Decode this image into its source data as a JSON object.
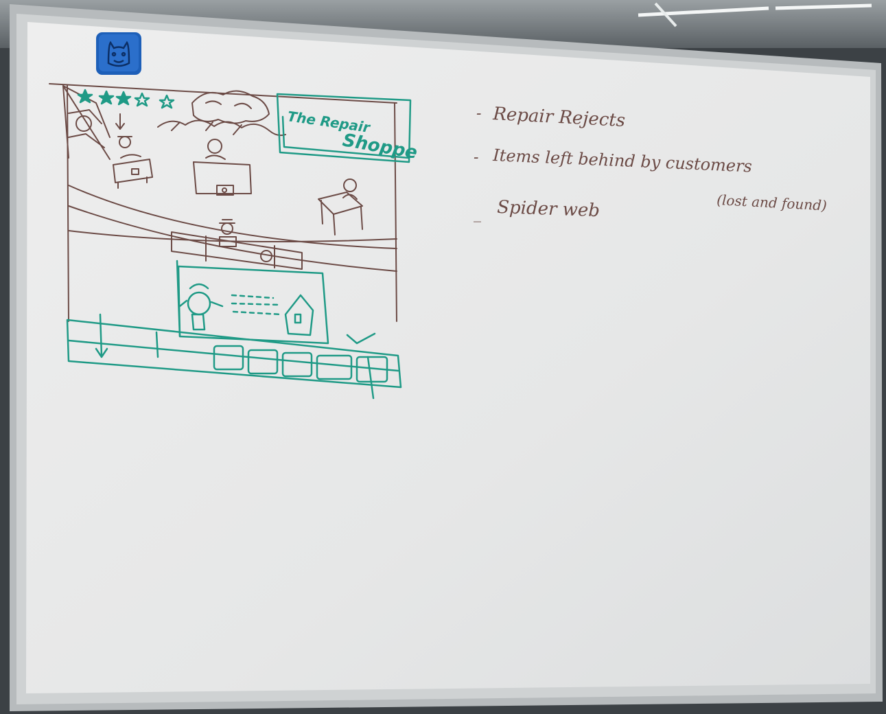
{
  "whiteboard": {
    "sketch": {
      "shop_sign_line1": "The Repair",
      "shop_sign_line2": "Shoppe",
      "star_count": 5
    },
    "notes": [
      {
        "bullet": "-",
        "text": "Repair Rejects"
      },
      {
        "bullet": "-",
        "text": "Items left behind by customers"
      },
      {
        "bullet": "_",
        "text": "Spider web"
      }
    ],
    "note_aside": "(lost and found)",
    "magnet_icon": "cat-face-icon"
  },
  "colors": {
    "marker_teal": "#1f9a86",
    "marker_brown": "#6b4a45",
    "magnet_blue": "#1d5fb8",
    "frame_silver": "#b9bdbf",
    "board_white": "#e9eaea"
  }
}
